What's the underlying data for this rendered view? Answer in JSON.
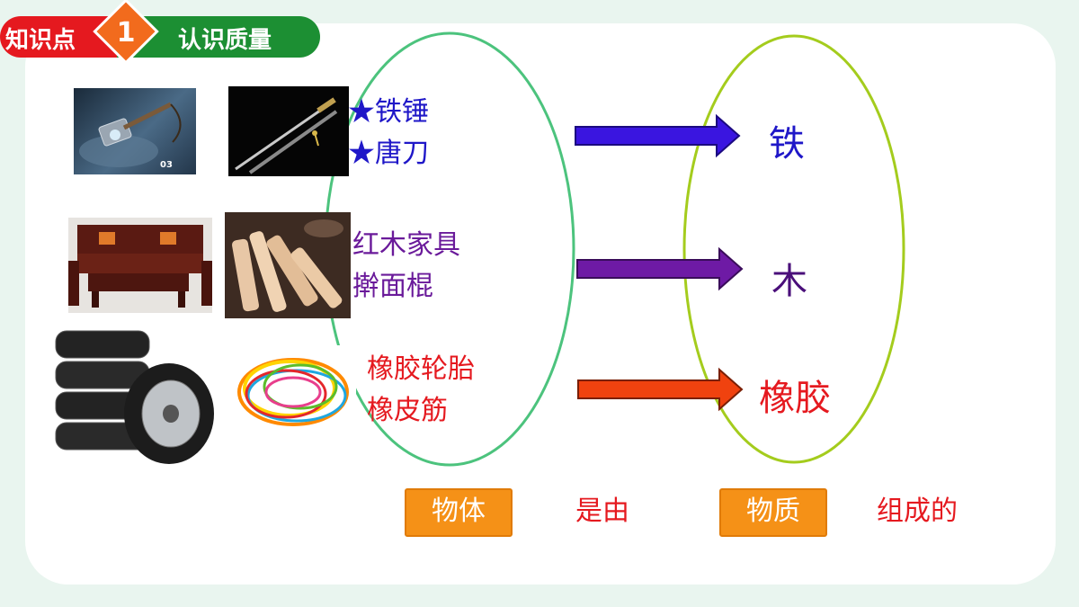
{
  "header": {
    "left_text": "知识点",
    "number": "1",
    "title": "认识质量"
  },
  "objects": {
    "iron_items": [
      "★铁锤",
      "★唐刀"
    ],
    "wood_items": [
      "红木家具",
      "擀面棍"
    ],
    "rubber_items": [
      "橡胶轮胎",
      "橡皮筋"
    ],
    "hammer_badge": "03"
  },
  "materials": {
    "iron": "铁",
    "wood": "木",
    "rubber": "橡胶"
  },
  "sentence": {
    "box1": "物体",
    "mid": "是由",
    "box2": "物质",
    "end": "组成的"
  },
  "colors": {
    "iron_arrow": "#3a15e0",
    "wood_arrow": "#6e1aa5",
    "rubber_arrow": "#f0420f",
    "left_ellipse": "#4cc37d",
    "right_ellipse": "#a4cc1d"
  }
}
